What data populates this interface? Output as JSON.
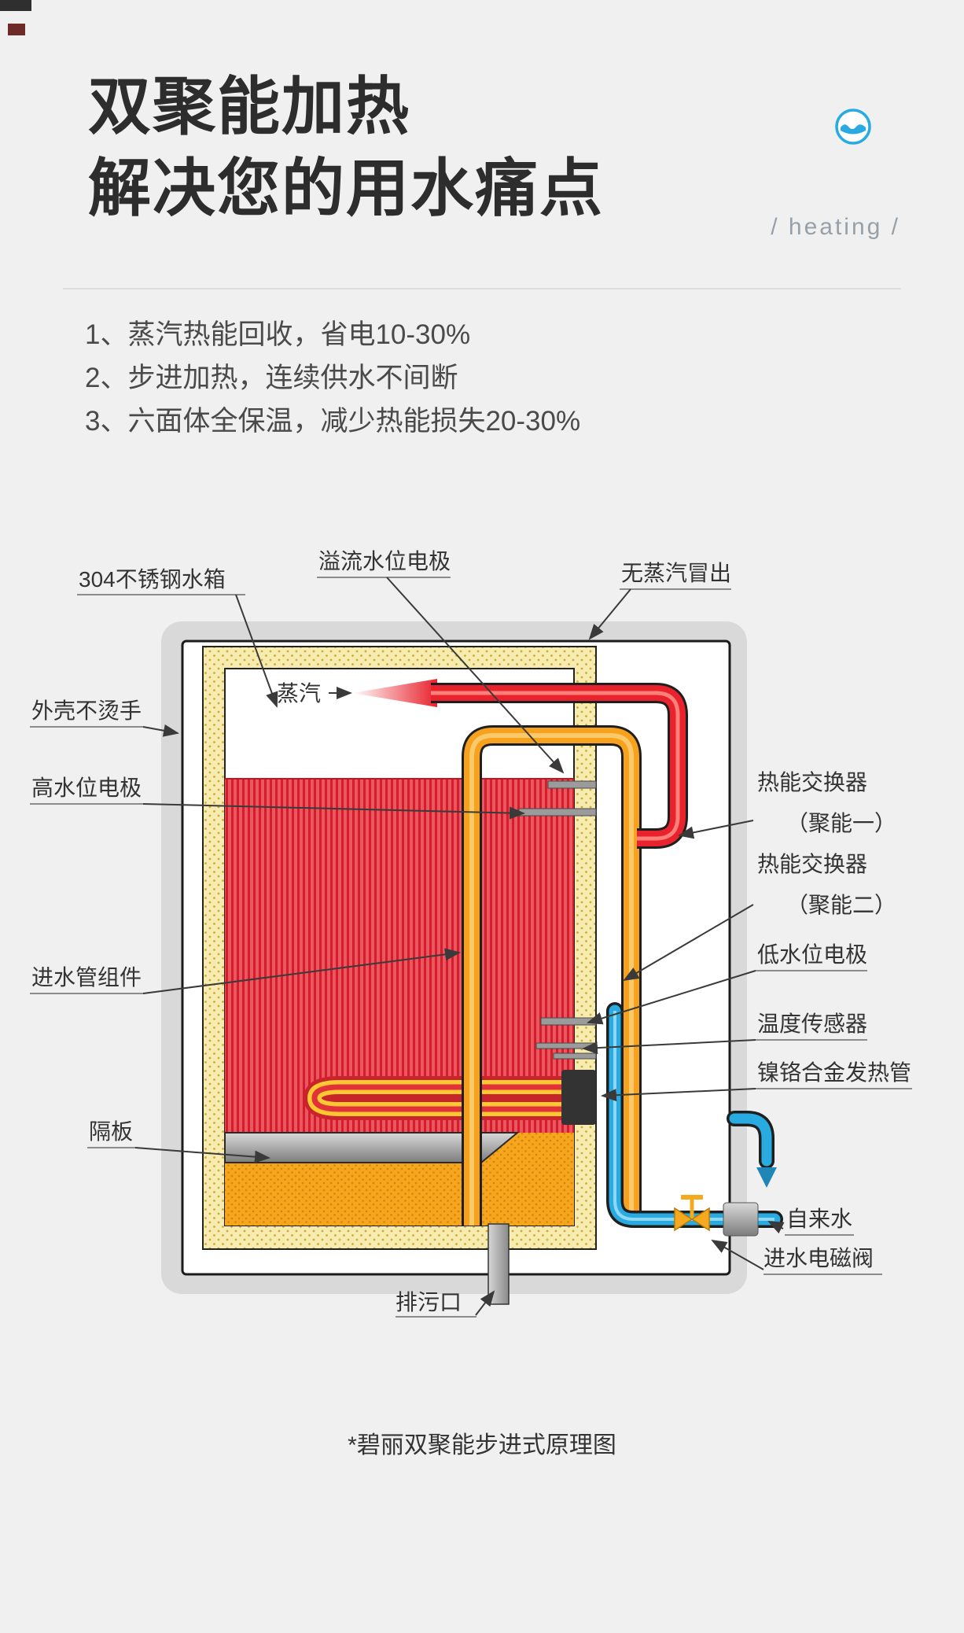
{
  "header": {
    "title_line1": "双聚能加热",
    "title_line2": "解决您的用水痛点",
    "tag": "/ heating /"
  },
  "features": [
    "1、蒸汽热能回收，省电10-30%",
    "2、步进加热，连续供水不间断",
    "3、六面体全保温，减少热能损失20-30%"
  ],
  "diagram": {
    "caption": "*碧丽双聚能步进式原理图",
    "labels": {
      "tank": "304不锈钢水箱",
      "overflow_electrode": "溢流水位电极",
      "no_steam": "无蒸汽冒出",
      "steam": "蒸汽",
      "shell": "外壳不烫手",
      "high_electrode": "高水位电极",
      "inlet_pipe": "进水管组件",
      "baffle": "隔板",
      "hx1_line1": "热能交换器",
      "hx1_line2": "（聚能一）",
      "hx2_line1": "热能交换器",
      "hx2_line2": "（聚能二）",
      "low_electrode": "低水位电极",
      "temp_sensor": "温度传感器",
      "heater_tube": "镍铬合金发热管",
      "tap_water": "自来水",
      "inlet_valve": "进水电磁阀",
      "drain": "排污口"
    },
    "colors": {
      "steam_pipe": "#e8232d",
      "inlet_pipe": "#f6a21e",
      "cold_pipe": "#29abe2",
      "hot_water": "#e94653",
      "insulation": "#f7ecb0",
      "panel": "#d9d9d9"
    }
  }
}
